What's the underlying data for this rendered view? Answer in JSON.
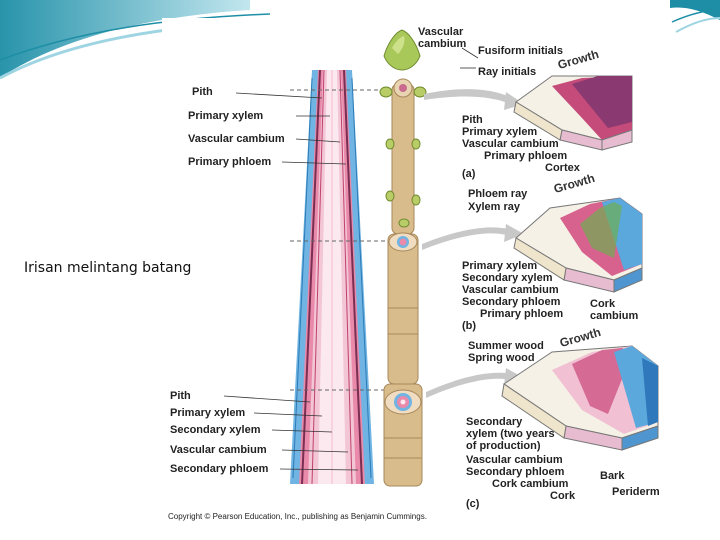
{
  "slide": {
    "caption": "Irisan melintang batang"
  },
  "figure": {
    "top": {
      "vascular_cambium": "Vascular",
      "vascular_cambium_2": "cambium",
      "fusiform": "Fusiform initials",
      "ray_initials": "Ray initials",
      "growth": "Growth"
    },
    "left_top": {
      "pith": "Pith",
      "primary_xylem": "Primary xylem",
      "vascular_cambium": "Vascular cambium",
      "primary_phloem": "Primary phloem"
    },
    "a": {
      "pith": "Pith",
      "primary_xylem": "Primary xylem",
      "vascular_cambium": "Vascular cambium",
      "primary_phloem": "Primary phloem",
      "cortex": "Cortex",
      "label": "(a)"
    },
    "b": {
      "phloem_ray": "Phloem ray",
      "xylem_ray": "Xylem ray",
      "growth": "Growth",
      "primary_xylem": "Primary xylem",
      "secondary_xylem": "Secondary xylem",
      "vascular_cambium": "Vascular cambium",
      "secondary_phloem": "Secondary phloem",
      "primary_phloem": "Primary phloem",
      "cork": "Cork",
      "cork_2": "cambium",
      "label": "(b)"
    },
    "c": {
      "summer_wood": "Summer wood",
      "spring_wood": "Spring wood",
      "growth": "Growth",
      "secondary_xylem_1": "Secondary",
      "secondary_xylem_2": "xylem (two years",
      "secondary_xylem_3": "of production)",
      "vascular_cambium": "Vascular cambium",
      "secondary_phloem": "Secondary phloem",
      "cork_cambium": "Cork cambium",
      "cork": "Cork",
      "bark": "Bark",
      "periderm": "Periderm",
      "label": "(c)"
    },
    "left_bottom": {
      "pith": "Pith",
      "primary_xylem": "Primary xylem",
      "secondary_xylem": "Secondary xylem",
      "vascular_cambium": "Vascular cambium",
      "secondary_phloem": "Secondary phloem"
    },
    "copyright": "Copyright © Pearson Education, Inc., publishing as Benjamin Cummings."
  },
  "colors": {
    "teal": "#1d8ea6",
    "xylem": "#e46b95",
    "cambium": "#7a2e52",
    "phloem": "#5aa8dc",
    "stem": "#d9bc8c"
  }
}
